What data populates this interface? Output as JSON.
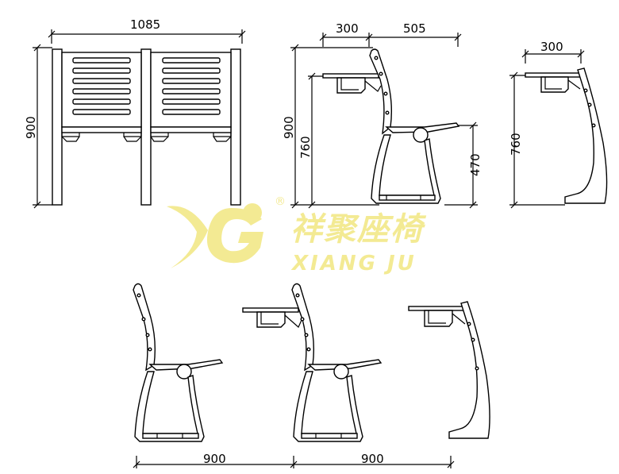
{
  "dimensions": {
    "front_width": "1085",
    "front_height": "900",
    "side_top_desk": "300",
    "side_top_seat": "505",
    "side_height": "900",
    "side_desk_height": "760",
    "side_seat_height": "470",
    "end_desk_width": "300",
    "end_height": "760",
    "bottom_span_1": "900",
    "bottom_span_2": "900"
  },
  "watermark": {
    "brand_cn": "祥聚座椅",
    "brand_en": "XIANG JU",
    "registered_mark": "®",
    "color": "#f3ea93"
  }
}
